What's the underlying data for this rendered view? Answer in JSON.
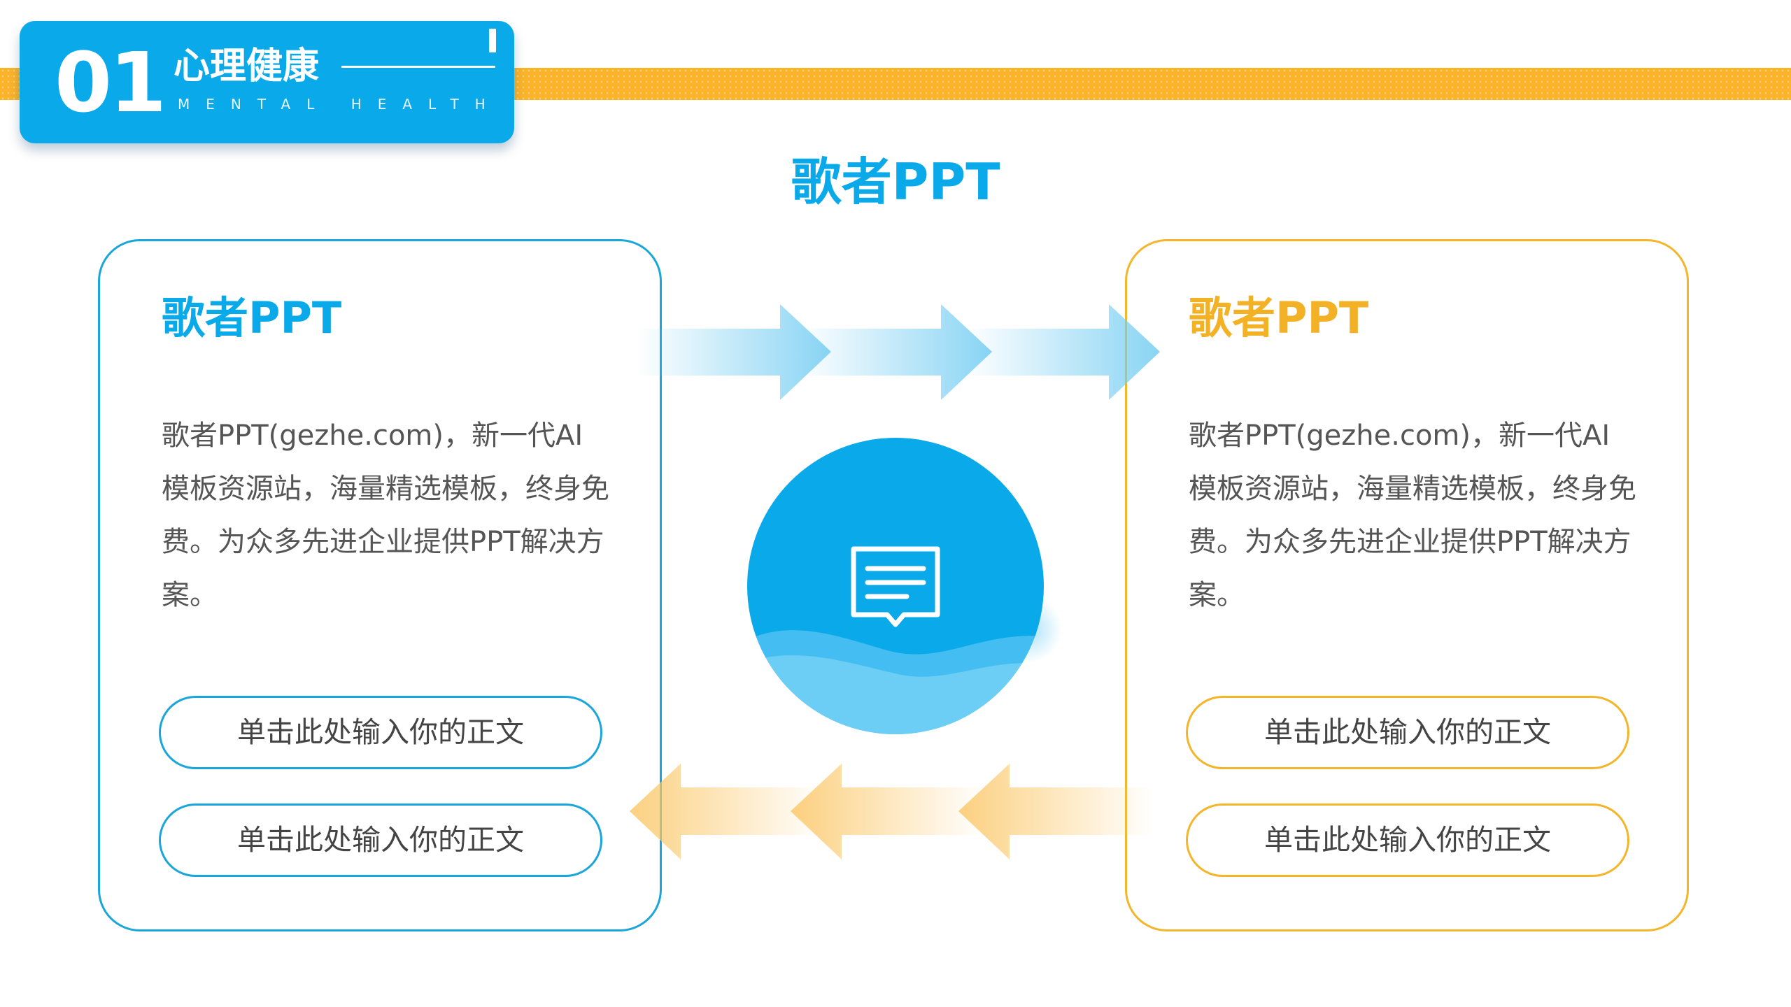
{
  "header": {
    "number": "01",
    "title": "心理健康",
    "subtitle": "MENTAL HEALTH"
  },
  "main_title": "歌者PPT",
  "left_card": {
    "title": "歌者PPT",
    "body": "歌者PPT(gezhe.com)，新一代AI模板资源站，海量精选模板，终身免费。为众多先进企业提供PPT解决方案。",
    "buttons": [
      "单击此处输入你的正文",
      "单击此处输入你的正文"
    ]
  },
  "right_card": {
    "title": "歌者PPT",
    "body": "歌者PPT(gezhe.com)，新一代AI模板资源站，海量精选模板，终身免费。为众多先进企业提供PPT解决方案。",
    "buttons": [
      "单击此处输入你的正文",
      "单击此处输入你的正文"
    ]
  },
  "center": {
    "icon": "message-icon"
  },
  "arrows": {
    "top_direction": "right",
    "bottom_direction": "left"
  },
  "colors": {
    "blue": "#0aa9ea",
    "orange": "#f3b125",
    "stripe": "#fbb42a",
    "text": "#555555"
  }
}
